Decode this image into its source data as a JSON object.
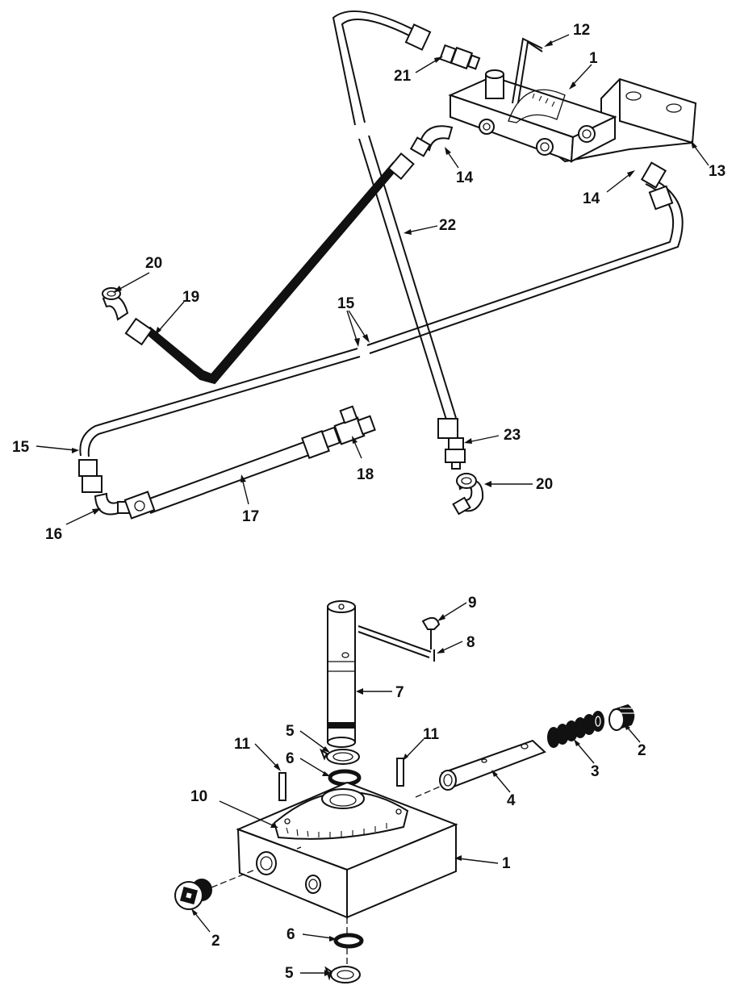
{
  "colors": {
    "ink": "#111111",
    "paper": "#ffffff"
  },
  "upper_assembly": {
    "callouts": [
      {
        "id": "c-u-12",
        "number": "12"
      },
      {
        "id": "c-u-1",
        "number": "1"
      },
      {
        "id": "c-u-21",
        "number": "21"
      },
      {
        "id": "c-u-13",
        "number": "13"
      },
      {
        "id": "c-u-14a",
        "number": "14"
      },
      {
        "id": "c-u-14b",
        "number": "14"
      },
      {
        "id": "c-u-22",
        "number": "22"
      },
      {
        "id": "c-u-20a",
        "number": "20"
      },
      {
        "id": "c-u-19",
        "number": "19"
      },
      {
        "id": "c-u-15a",
        "number": "15"
      },
      {
        "id": "c-u-15b",
        "number": "15"
      },
      {
        "id": "c-u-23",
        "number": "23"
      },
      {
        "id": "c-u-20b",
        "number": "20"
      },
      {
        "id": "c-u-18",
        "number": "18"
      },
      {
        "id": "c-u-17",
        "number": "17"
      },
      {
        "id": "c-u-16",
        "number": "16"
      }
    ]
  },
  "lower_assembly": {
    "callouts": [
      {
        "id": "c-l-9",
        "number": "9"
      },
      {
        "id": "c-l-8",
        "number": "8"
      },
      {
        "id": "c-l-7",
        "number": "7"
      },
      {
        "id": "c-l-5a",
        "number": "5"
      },
      {
        "id": "c-l-11a",
        "number": "11"
      },
      {
        "id": "c-l-11b",
        "number": "11"
      },
      {
        "id": "c-l-6a",
        "number": "6"
      },
      {
        "id": "c-l-2a",
        "number": "2"
      },
      {
        "id": "c-l-3",
        "number": "3"
      },
      {
        "id": "c-l-4",
        "number": "4"
      },
      {
        "id": "c-l-10",
        "number": "10"
      },
      {
        "id": "c-l-1",
        "number": "1"
      },
      {
        "id": "c-l-2b",
        "number": "2"
      },
      {
        "id": "c-l-6b",
        "number": "6"
      },
      {
        "id": "c-l-5b",
        "number": "5"
      }
    ]
  }
}
